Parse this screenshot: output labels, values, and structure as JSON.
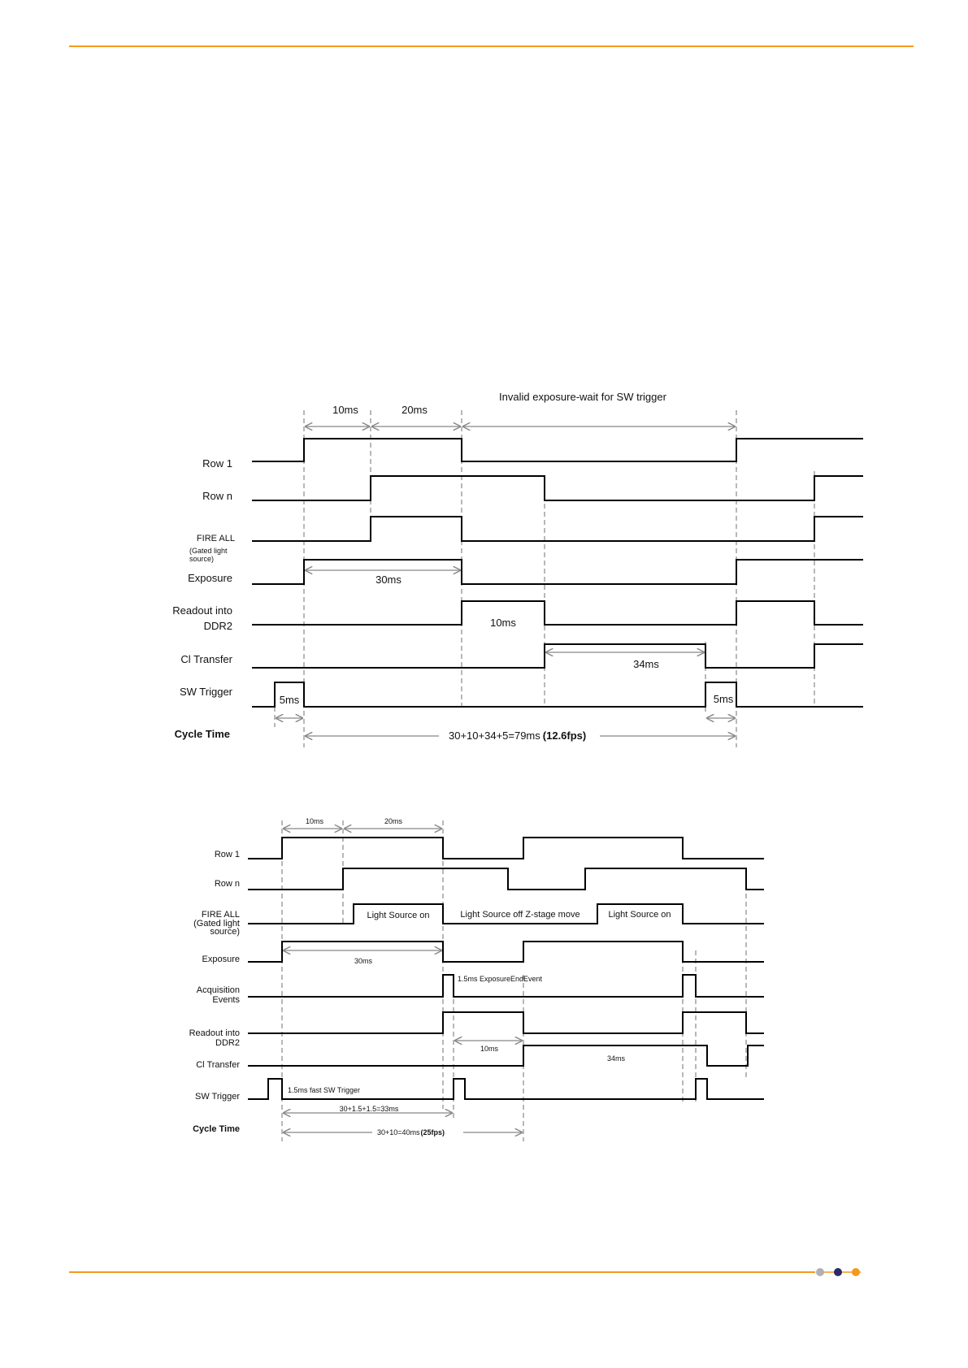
{
  "diagram1": {
    "title_invalid": "Invalid exposure-wait for SW trigger",
    "dur_10ms": "10ms",
    "dur_20ms": "20ms",
    "signals": {
      "row1": "Row 1",
      "rown": "Row n",
      "fireall": "FIRE ALL",
      "fireall_sub1": "(Gated light",
      "fireall_sub2": "source)",
      "exposure": "Exposure",
      "readout1": "Readout into",
      "readout2": "DDR2",
      "cl": "Cl Transfer",
      "sw": "SW Trigger",
      "cycle": "Cycle Time"
    },
    "exp_30ms": "30ms",
    "readout_10ms": "10ms",
    "cl_34ms": "34ms",
    "sw_5ms_a": "5ms",
    "sw_5ms_b": "5ms",
    "cycle_text": "30+10+34+5=79ms",
    "cycle_fps": "(12.6fps)"
  },
  "diagram2": {
    "dur_10ms": "10ms",
    "dur_20ms": "20ms",
    "signals": {
      "row1": "Row 1",
      "rown": "Row n",
      "fireall": "FIRE ALL",
      "fireall_sub1": "(Gated light",
      "fireall_sub2": "source)",
      "exposure": "Exposure",
      "acq1": "Acquisition",
      "acq2": "Events",
      "readout1": "Readout into",
      "readout2": "DDR2",
      "cl": "Cl Transfer",
      "sw": "SW Trigger",
      "cycle": "Cycle Time"
    },
    "light_on_1": "Light Source on",
    "light_off": "Light Source off Z-stage move",
    "light_on_2": "Light Source on",
    "exp_30ms": "30ms",
    "exp_end_event": "1.5ms ExposureEndEvent",
    "readout_10ms": "10ms",
    "cl_34ms": "34ms",
    "sw_fast": "1.5ms fast SW Trigger",
    "cycle_a": "30+1.5+1.5=33ms",
    "cycle_b_text": "30+10=40ms",
    "cycle_b_fps": "(25fps)"
  },
  "colors": {
    "rule": "#f39a1e",
    "dot_grey": "#b0b0b8",
    "dot_navy": "#2a2a6a",
    "dot_orange": "#f39a1e"
  }
}
